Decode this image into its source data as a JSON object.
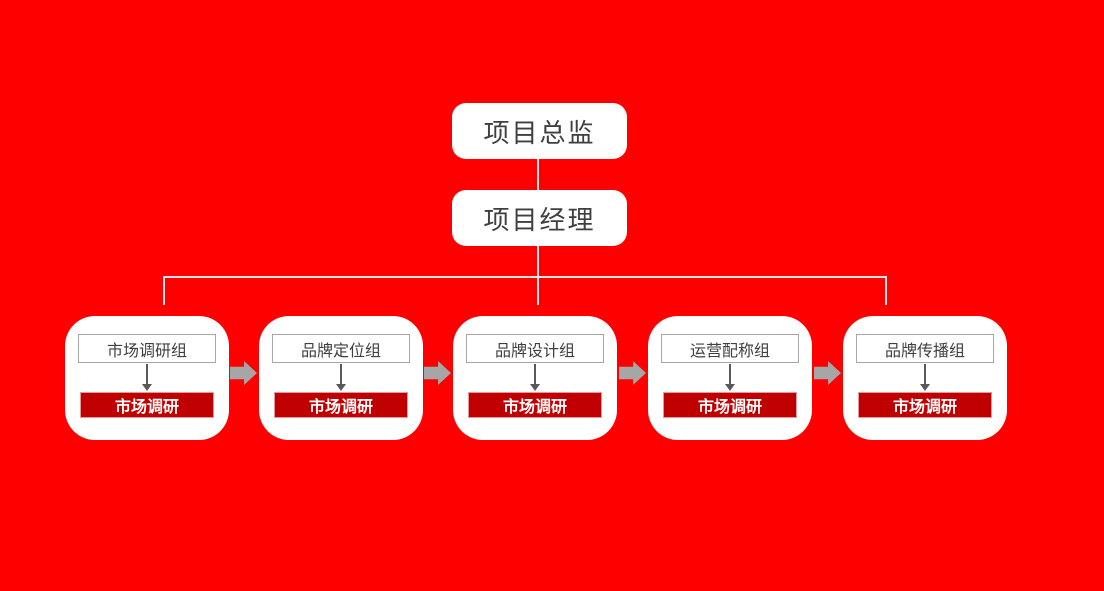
{
  "colors": {
    "background": "#FE0000",
    "card_background": "#FFFFFF",
    "task_box_red": "#C00000",
    "block_arrow_gray": "#A6A6A6",
    "connector_line": "#E3E3E3",
    "header_border_gray": "#A6A6A6",
    "text_dark": "#3F3F3F",
    "text_white": "#FFFFFF"
  },
  "top_nodes": [
    {
      "label": "项目总监"
    },
    {
      "label": "项目经理"
    }
  ],
  "groups": [
    {
      "header": "市场调研组",
      "task": "市场调研"
    },
    {
      "header": "品牌定位组",
      "task": "市场调研"
    },
    {
      "header": "品牌设计组",
      "task": "市场调研"
    },
    {
      "header": "运营配称组",
      "task": "市场调研"
    },
    {
      "header": "品牌传播组",
      "task": "市场调研"
    }
  ],
  "icons": {
    "down_arrow": "thin dark-gray downward arrow",
    "right_arrow": "gray block arrow pointing right"
  }
}
